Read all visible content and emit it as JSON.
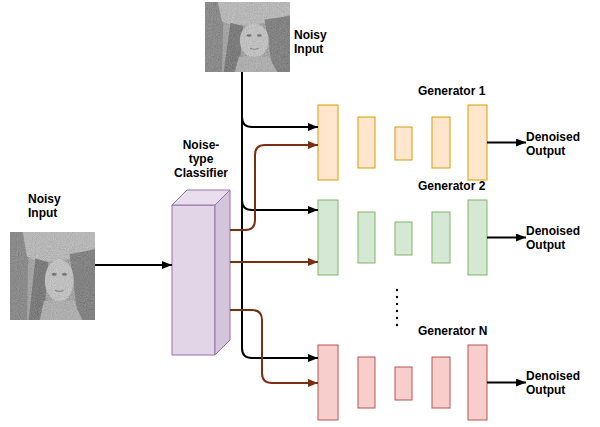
{
  "diagram": {
    "nodes": [
      {
        "text": [
          "Noisy Input"
        ]
      },
      {
        "text": [
          "Noisy Input"
        ]
      },
      {
        "text": [
          "Noise-type Classifier"
        ]
      },
      {
        "text": [
          "Generator 1"
        ]
      },
      {
        "text": [
          "Generator 2"
        ]
      },
      {
        "text": [
          "Generator N"
        ]
      },
      {
        "text": [
          "Denoised Output"
        ]
      },
      {
        "text": [
          "Denoised Output"
        ]
      },
      {
        "text": [
          "Denoised Output"
        ]
      }
    ],
    "edges": [
      {
        "from": 1,
        "to": 2,
        "arrow": "to"
      },
      {
        "from": 0,
        "to": 3,
        "arrow": "to"
      },
      {
        "from": 0,
        "to": 4,
        "arrow": "to"
      },
      {
        "from": 0,
        "to": 5,
        "arrow": "to"
      },
      {
        "from": 2,
        "to": 3,
        "arrow": "to"
      },
      {
        "from": 2,
        "to": 4,
        "arrow": "to"
      },
      {
        "from": 2,
        "to": 5,
        "arrow": "to"
      },
      {
        "from": 3,
        "to": 6,
        "arrow": "to"
      },
      {
        "from": 4,
        "to": 7,
        "arrow": "to"
      },
      {
        "from": 5,
        "to": 8,
        "arrow": "to"
      }
    ]
  }
}
